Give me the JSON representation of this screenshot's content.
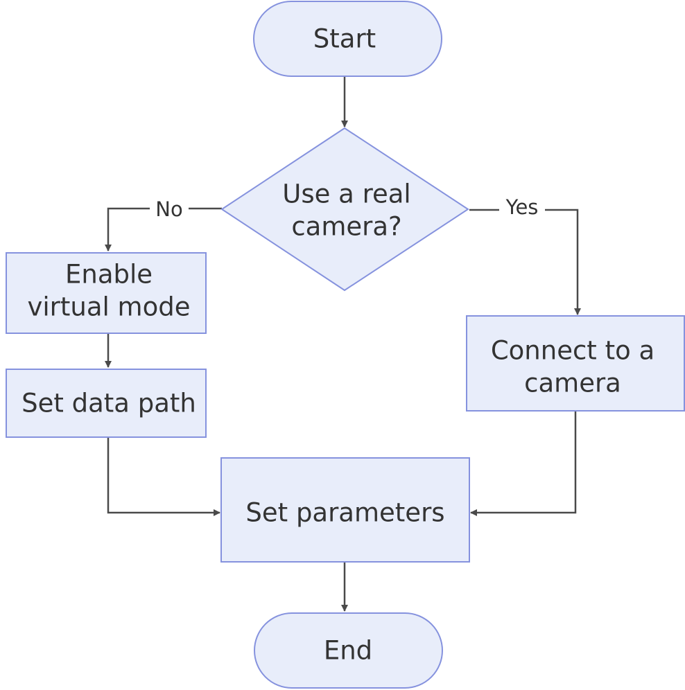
{
  "nodes": {
    "start": "Start",
    "decision_line1": "Use a real",
    "decision_line2": "camera?",
    "enable_line1": "Enable",
    "enable_line2": "virtual mode",
    "set_data_path": "Set data path",
    "connect_line1": "Connect to a",
    "connect_line2": "camera",
    "set_parameters": "Set parameters",
    "end": "End"
  },
  "edges": {
    "no_label": "No",
    "yes_label": "Yes"
  },
  "colors": {
    "node_fill": "#e8edfa",
    "node_stroke": "#8592de",
    "edge": "#4a4a4a",
    "text": "#333333"
  }
}
